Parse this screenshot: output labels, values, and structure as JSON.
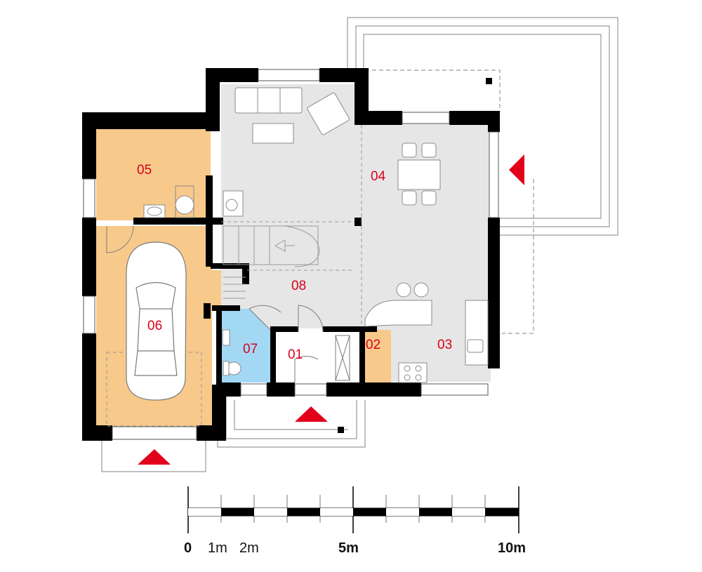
{
  "rooms": [
    {
      "id": "r01",
      "label": "01",
      "fill": "#ffffff"
    },
    {
      "id": "r02",
      "label": "02",
      "fill": "#f7c98b"
    },
    {
      "id": "r03",
      "label": "03",
      "fill": "#e6e6e6"
    },
    {
      "id": "r04",
      "label": "04",
      "fill": "#e6e6e6"
    },
    {
      "id": "r05",
      "label": "05",
      "fill": "#f7c98b"
    },
    {
      "id": "r06",
      "label": "06",
      "fill": "#f7c98b"
    },
    {
      "id": "r07",
      "label": "07",
      "fill": "#a3d8f4"
    },
    {
      "id": "r08",
      "label": "08",
      "fill": "#e6e6e6"
    }
  ],
  "scale": {
    "labels": [
      "0",
      "1m",
      "2m",
      "5m",
      "10m"
    ]
  },
  "colors": {
    "wall": "#000000",
    "label": "#d9001b",
    "entrance_marker": "#e2001a",
    "outline": "#9a9a9a"
  },
  "icons": [
    "entrance-arrow-icon",
    "car-icon",
    "stair-icon",
    "sofa-icon",
    "dining-table-icon",
    "toilet-icon",
    "sink-icon",
    "stove-icon"
  ]
}
